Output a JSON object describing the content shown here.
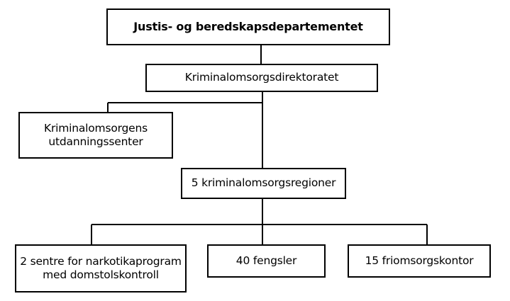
{
  "nodes": {
    "ministry": "Justis- og beredskapsdepartementet",
    "directorate": "Kriminalomsorgsdirektoratet",
    "education_center": [
      "Kriminalomsorgens",
      "utdanningssenter"
    ],
    "regions": "5 kriminalomsorgsregioner",
    "narcotics_program": [
      "2 sentre for narkotikaprogram",
      "med domstolskontroll"
    ],
    "prisons": "40 fengsler",
    "probation_offices": "15 friomsorgskontor"
  },
  "edges": [
    [
      "ministry",
      "directorate"
    ],
    [
      "directorate",
      "education_center"
    ],
    [
      "directorate",
      "regions"
    ],
    [
      "regions",
      "narcotics_program"
    ],
    [
      "regions",
      "prisons"
    ],
    [
      "regions",
      "probation_offices"
    ]
  ],
  "colors": {
    "line": "#000000",
    "box_border": "#000000",
    "background": "#ffffff"
  }
}
